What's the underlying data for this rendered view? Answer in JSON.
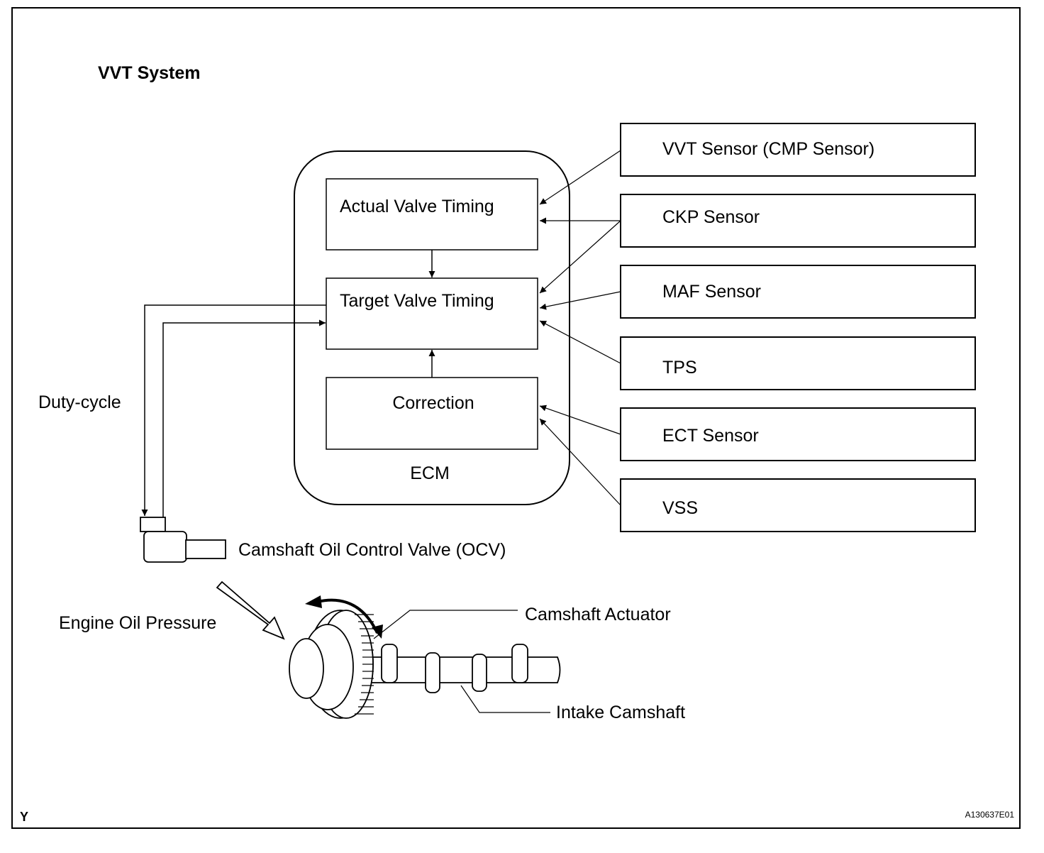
{
  "title": "VVT System",
  "ecm": {
    "label": "ECM",
    "blocks": {
      "actual": "Actual Valve Timing",
      "target": "Target Valve Timing",
      "correction": "Correction"
    }
  },
  "sensors": [
    "VVT Sensor (CMP Sensor)",
    "CKP Sensor",
    "MAF Sensor",
    "TPS",
    "ECT Sensor",
    "VSS"
  ],
  "labels": {
    "duty_cycle": "Duty-cycle",
    "ocv": "Camshaft Oil Control Valve (OCV)",
    "engine_oil_pressure": "Engine Oil Pressure",
    "camshaft_actuator": "Camshaft Actuator",
    "intake_camshaft": "Intake Camshaft"
  },
  "corner_letter": "Y",
  "figure_id": "A130637E01"
}
